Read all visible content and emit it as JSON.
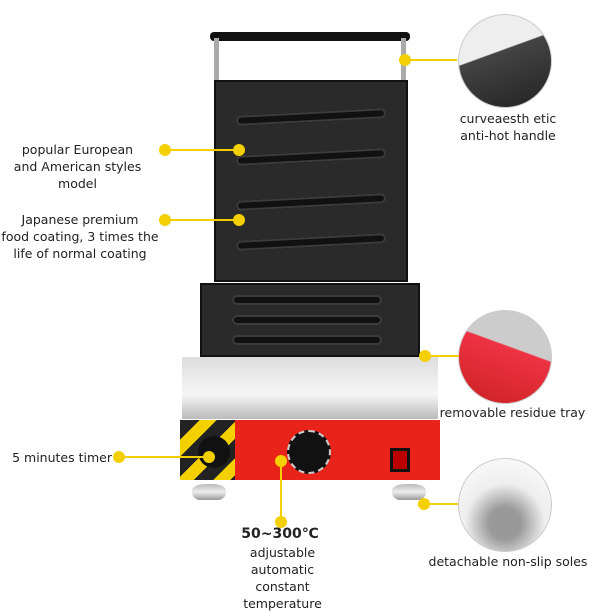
{
  "callouts": {
    "handle": "curveaesth etic\nanti-hot handle",
    "style": "popular European\nand American styles model",
    "coating": "Japanese premium\nfood coating, 3 times the\nlife of normal coating",
    "tray": "removable residue tray",
    "timer": "5 minutes timer",
    "temp_title": "50~300℃",
    "temp_desc": "adjustable automatic\nconstant temperature",
    "soles": "detachable non-slip soles"
  },
  "colors": {
    "accent": "#f5d000",
    "panel": "#e8231a",
    "plate": "#2a2a2a"
  }
}
